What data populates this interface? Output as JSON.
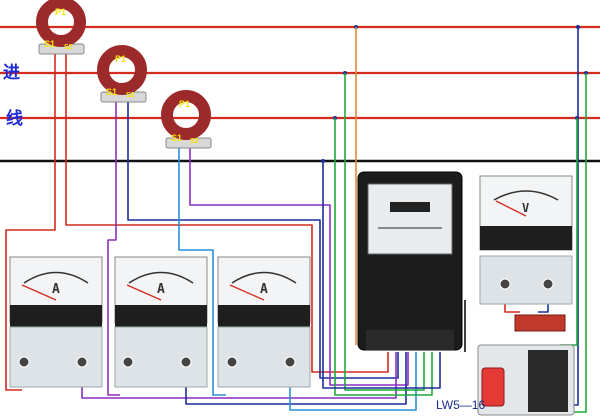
{
  "labels": {
    "incoming_top": "进",
    "incoming_bottom": "线",
    "switch_model": "LW5—16"
  },
  "current_transformers": [
    {
      "primary": "P1",
      "s1": "S1",
      "s2": "S2"
    },
    {
      "primary": "P1",
      "s1": "S1",
      "s2": "S2"
    },
    {
      "primary": "P1",
      "s1": "S1",
      "s2": "S2"
    }
  ],
  "ammeters": [
    {
      "unit": "A"
    },
    {
      "unit": "A"
    },
    {
      "unit": "A"
    }
  ],
  "voltmeter": {
    "unit": "V"
  },
  "colors": {
    "phase_line": "#d42a1f",
    "neutral_line": "#111111",
    "wire_blue": "#1a2f9a",
    "wire_purple": "#8a2fc0",
    "wire_green": "#1faa3a",
    "wire_orange": "#e08a3a",
    "wire_cyan": "#2a8fd8",
    "ct_body": "#9c2a2a"
  }
}
